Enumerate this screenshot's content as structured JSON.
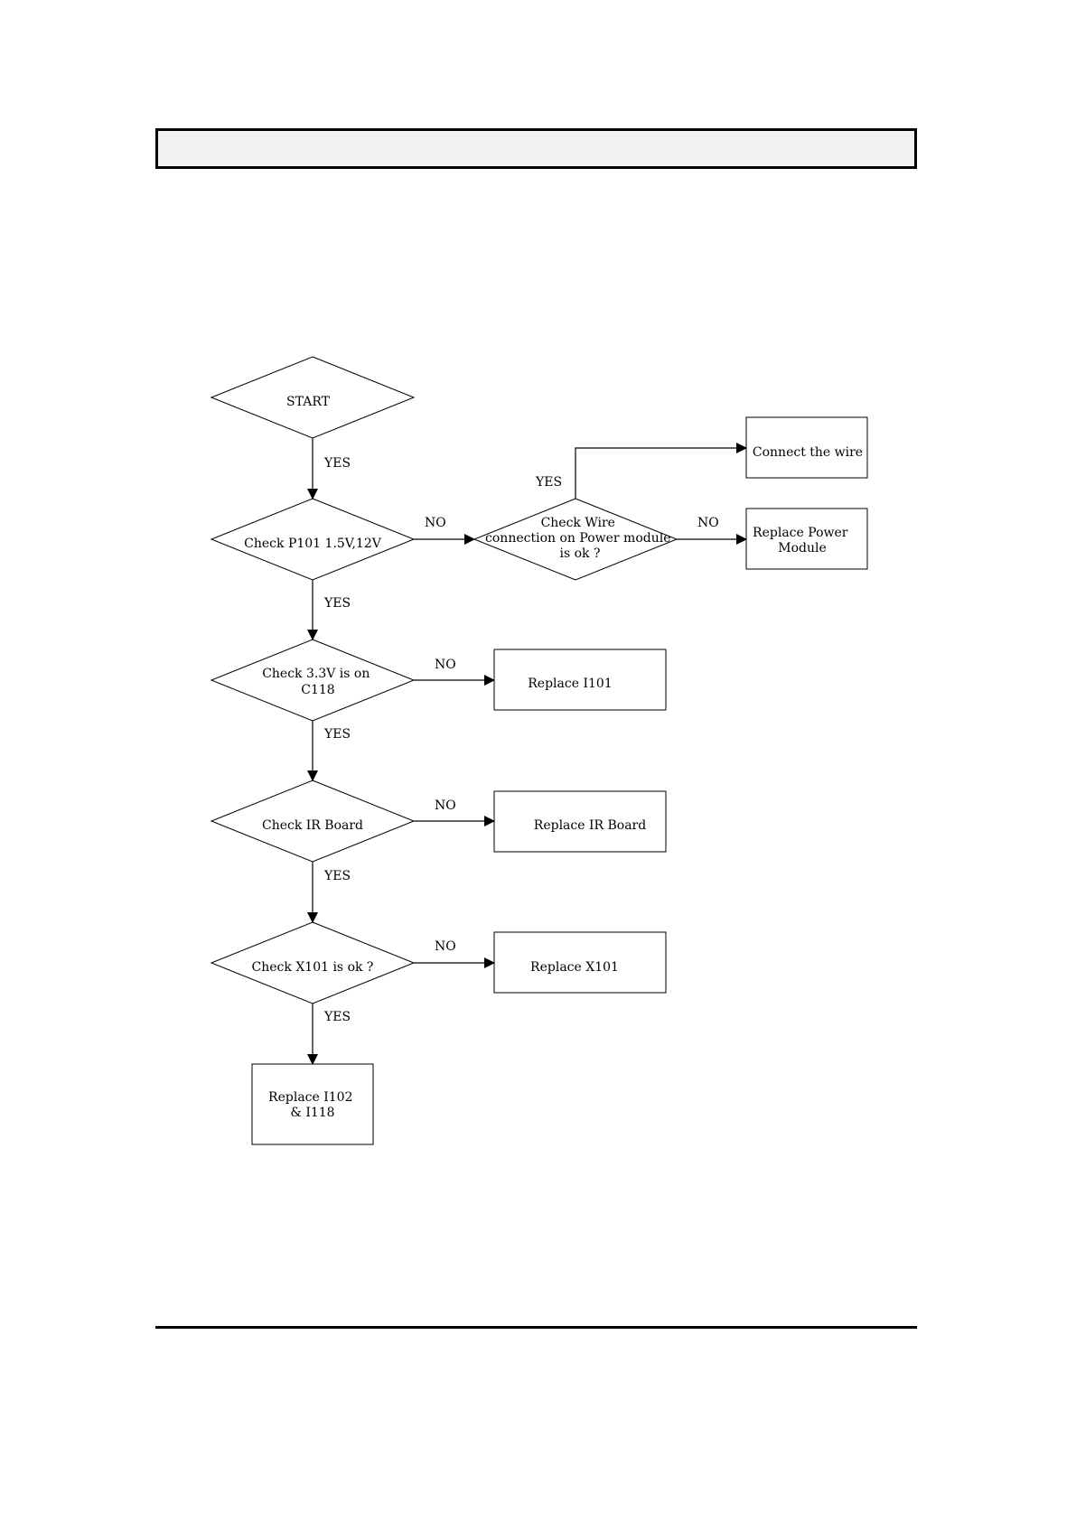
{
  "diagram": {
    "nodes": {
      "start": [
        "START"
      ],
      "check_p101": [
        "Check P101 1.5V,12V"
      ],
      "check_wire": [
        "Check Wire",
        "connection on Power module",
        "is ok ?"
      ],
      "connect_wire": [
        "Connect the wire"
      ],
      "replace_power": [
        "Replace Power",
        "Module"
      ],
      "check_33v": [
        "Check 3.3V is on",
        "C118"
      ],
      "replace_i101": [
        "Replace I101"
      ],
      "check_ir": [
        "Check IR Board"
      ],
      "replace_ir": [
        "Replace IR Board"
      ],
      "check_x101": [
        "Check X101 is ok ?"
      ],
      "replace_x101": [
        "Replace X101"
      ],
      "replace_i102": [
        "Replace I102",
        "& I118"
      ]
    },
    "edges": {
      "start_to_p101": "YES",
      "p101_to_wire": "NO",
      "wire_to_connect": "YES",
      "wire_to_power": "NO",
      "p101_to_33v": "YES",
      "v33_to_i101": "NO",
      "v33_to_ir": "YES",
      "ir_to_replace_ir": "NO",
      "ir_to_x101": "YES",
      "x101_to_replace_x101": "NO",
      "x101_to_i102": "YES"
    }
  }
}
